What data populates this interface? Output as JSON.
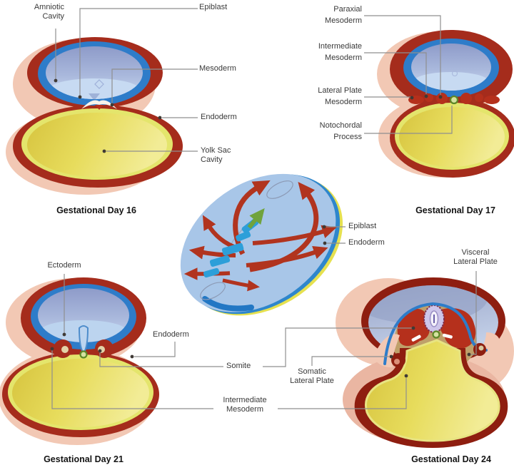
{
  "colors": {
    "maroon": "#A52C1C",
    "maroon_dark": "#8E1E10",
    "red": "#B5301C",
    "blue_ring": "#2E7CC9",
    "pink": "#F2C8B4",
    "pink_deep": "#EAB6A2",
    "disc_blue": "#A8C6E8",
    "patch_blue": "#2D9FD9",
    "arrow_red": "#B1341F",
    "green_arrow": "#70A33C",
    "noto_fill": "#D5E2A0",
    "noto_stroke": "#5E8827",
    "tan": "#BFA06A",
    "neural_fill": "#CDC5EA",
    "neural_stroke": "#7D2F4F",
    "rim_yellow": "#E4E56C",
    "leader": "#8F8F8F",
    "dot": "#3F3A35",
    "text": "#3A3A3A",
    "caption": "#141414",
    "bg": "#FFFFFF"
  },
  "panels": {
    "day16": {
      "caption": "Gestational Day 16",
      "labels": {
        "amniotic_cavity": "Amniotic Cavity",
        "epiblast": "Epiblast",
        "mesoderm": "Mesoderm",
        "endoderm": "Endoderm",
        "yolk_sac_cavity": "Yolk Sac Cavity"
      }
    },
    "day17": {
      "caption": "Gestational Day 17",
      "labels": {
        "paraxial_mesoderm": "Paraxial Mesoderm",
        "intermediate_mesoderm": "Intermediate Mesoderm",
        "lateral_plate_mesoderm": "Lateral Plate Mesoderm",
        "notochordal_process": "Notochordal Process"
      }
    },
    "disc": {
      "labels": {
        "epiblast": "Epiblast",
        "endoderm": "Endoderm"
      }
    },
    "day21": {
      "caption": "Gestational Day 21",
      "labels": {
        "ectoderm": "Ectoderm",
        "endoderm": "Endoderm"
      }
    },
    "day24": {
      "caption": "Gestational Day 24",
      "labels": {
        "visceral_lateral_plate": "Visceral Lateral Plate",
        "somatic_lateral_plate": "Somatic Lateral Plate"
      }
    },
    "shared": {
      "labels": {
        "somite": "Somite",
        "intermediate_mesoderm": "Intermediate Mesoderm"
      }
    }
  }
}
